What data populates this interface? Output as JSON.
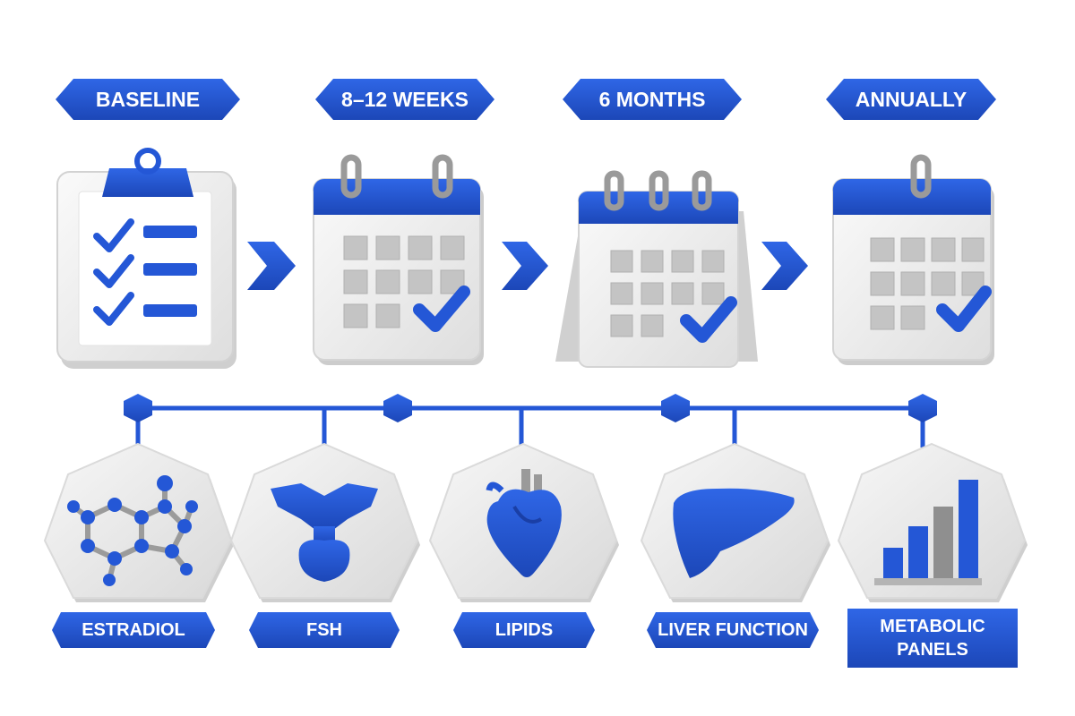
{
  "colors": {
    "accent": "#2457d6",
    "accent_dark": "#1a3fa6",
    "card": "#f1f1f1",
    "card_shade": "#d6d6d6",
    "metal": "#9c9c9c"
  },
  "timeline": [
    {
      "label": "BASELINE",
      "icon": "clipboard-checklist-icon"
    },
    {
      "label": "8–12 WEEKS",
      "icon": "calendar-check-icon"
    },
    {
      "label": "6 MONTHS",
      "icon": "calendar-check-icon"
    },
    {
      "label": "ANNUALLY",
      "icon": "calendar-check-icon"
    }
  ],
  "tests": [
    {
      "label": "ESTRADIOL",
      "icon": "molecule-icon"
    },
    {
      "label": "FSH",
      "icon": "pituitary-gland-icon"
    },
    {
      "label": "LIPIDS",
      "icon": "heart-icon"
    },
    {
      "label": "LIVER FUNCTION",
      "icon": "liver-icon"
    },
    {
      "label_lines": [
        "METABOLIC",
        "PANELS"
      ],
      "icon": "bar-chart-icon"
    }
  ]
}
